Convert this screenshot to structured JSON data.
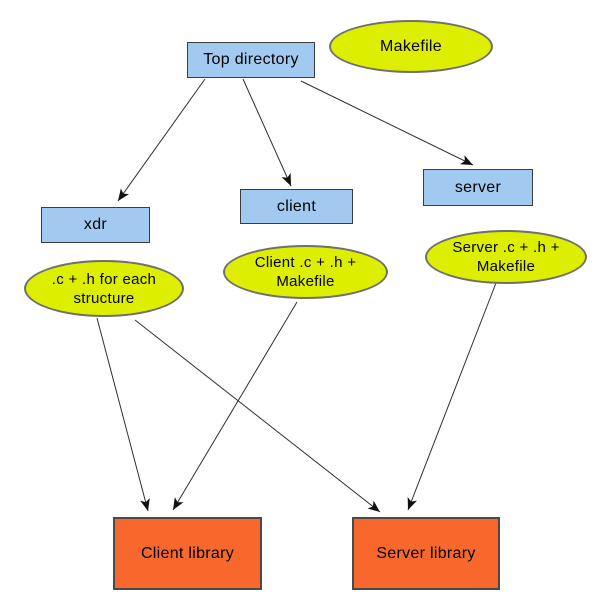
{
  "diagram": {
    "background_color": "#ffffff",
    "colors": {
      "directory_box_fill": "#a2caf1",
      "file_ellipse_fill": "#ddee00",
      "library_box_fill": "#f8682d",
      "box_border": "#3c3c3c",
      "ellipse_border": "#6f6f6f",
      "arrow_line": "#2f2f2f",
      "arrowhead": "#111111",
      "text": "#000000"
    },
    "nodes": [
      {
        "id": "top-directory",
        "shape": "rectangle",
        "label": "Top directory"
      },
      {
        "id": "makefile",
        "shape": "ellipse",
        "label": "Makefile"
      },
      {
        "id": "xdr",
        "shape": "rectangle",
        "label": "xdr"
      },
      {
        "id": "client",
        "shape": "rectangle",
        "label": "client"
      },
      {
        "id": "server",
        "shape": "rectangle",
        "label": "server"
      },
      {
        "id": "xdr-output",
        "shape": "ellipse",
        "label": ".c + .h for each structure",
        "label_line1": ".c + .h for each",
        "label_line2": "structure"
      },
      {
        "id": "client-files",
        "shape": "ellipse",
        "label": "Client .c + .h + Makefile",
        "label_line1": "Client .c + .h +",
        "label_line2": "Makefile"
      },
      {
        "id": "server-files",
        "shape": "ellipse",
        "label": "Server .c + .h + Makefile",
        "label_line1": "Server .c + .h +",
        "label_line2": "Makefile"
      },
      {
        "id": "client-library",
        "shape": "rectangle",
        "label": "Client library"
      },
      {
        "id": "server-library",
        "shape": "rectangle",
        "label": "Server library"
      }
    ],
    "edges": [
      {
        "from": "top-directory",
        "to": "xdr"
      },
      {
        "from": "top-directory",
        "to": "client"
      },
      {
        "from": "top-directory",
        "to": "server"
      },
      {
        "from": "xdr-output",
        "to": "client-library"
      },
      {
        "from": "xdr-output",
        "to": "server-library"
      },
      {
        "from": "client-files",
        "to": "client-library"
      },
      {
        "from": "server-files",
        "to": "server-library"
      }
    ]
  }
}
